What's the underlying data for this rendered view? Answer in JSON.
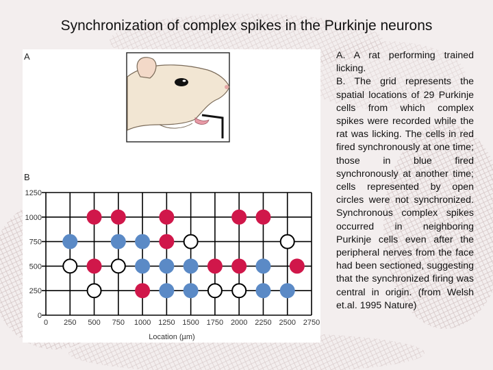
{
  "slide": {
    "title": "Synchronization of complex spikes in the Purkinje neurons",
    "caption_a": "A. A rat performing trained licking.",
    "caption_b": "B. The grid represents the spatial locations of 29 Purkinje cells from which complex spikes were recorded while the rat was licking. The cells in red fired synchronously at one time; those in blue fired synchronously at another time; cells represented by open circles were not synchronized. Synchronous complex spikes occurred in neighboring Purkinje cells even after the peripheral nerves from the face had been sectioned, suggesting that the synchronized firing was central in origin. (from Welsh et.al. 1995 Nature)"
  },
  "figure": {
    "panel_a_label": "A",
    "panel_b_label": "B"
  },
  "colors": {
    "red": "#d0174a",
    "blue": "#5b8ac6",
    "grid": "#000000"
  },
  "chart_data": {
    "type": "scatter",
    "xlabel": "Location (µm)",
    "ylabel": "",
    "xlim": [
      0,
      2750
    ],
    "ylim": [
      0,
      1250
    ],
    "x_ticks": [
      0,
      250,
      500,
      750,
      1000,
      1250,
      1500,
      1750,
      2000,
      2250,
      2500,
      2750
    ],
    "y_ticks": [
      0,
      250,
      500,
      750,
      1000,
      1250
    ],
    "grid": true,
    "cells": [
      {
        "x": 500,
        "y": 1000,
        "group": "red"
      },
      {
        "x": 750,
        "y": 1000,
        "group": "red"
      },
      {
        "x": 1250,
        "y": 1000,
        "group": "red"
      },
      {
        "x": 2000,
        "y": 1000,
        "group": "red"
      },
      {
        "x": 2250,
        "y": 1000,
        "group": "red"
      },
      {
        "x": 250,
        "y": 750,
        "group": "blue"
      },
      {
        "x": 750,
        "y": 750,
        "group": "blue"
      },
      {
        "x": 1000,
        "y": 750,
        "group": "blue"
      },
      {
        "x": 1250,
        "y": 750,
        "group": "red"
      },
      {
        "x": 1500,
        "y": 750,
        "group": "open"
      },
      {
        "x": 2500,
        "y": 750,
        "group": "open"
      },
      {
        "x": 250,
        "y": 500,
        "group": "open"
      },
      {
        "x": 500,
        "y": 500,
        "group": "red"
      },
      {
        "x": 750,
        "y": 500,
        "group": "open"
      },
      {
        "x": 1000,
        "y": 500,
        "group": "blue"
      },
      {
        "x": 1250,
        "y": 500,
        "group": "blue"
      },
      {
        "x": 1500,
        "y": 500,
        "group": "blue"
      },
      {
        "x": 1750,
        "y": 500,
        "group": "red"
      },
      {
        "x": 2000,
        "y": 500,
        "group": "red"
      },
      {
        "x": 2250,
        "y": 500,
        "group": "blue"
      },
      {
        "x": 2600,
        "y": 500,
        "group": "red"
      },
      {
        "x": 500,
        "y": 250,
        "group": "open"
      },
      {
        "x": 1000,
        "y": 250,
        "group": "red"
      },
      {
        "x": 1250,
        "y": 250,
        "group": "blue"
      },
      {
        "x": 1500,
        "y": 250,
        "group": "blue"
      },
      {
        "x": 1750,
        "y": 250,
        "group": "open"
      },
      {
        "x": 2000,
        "y": 250,
        "group": "open"
      },
      {
        "x": 2250,
        "y": 250,
        "group": "blue"
      },
      {
        "x": 2500,
        "y": 250,
        "group": "blue"
      }
    ]
  }
}
